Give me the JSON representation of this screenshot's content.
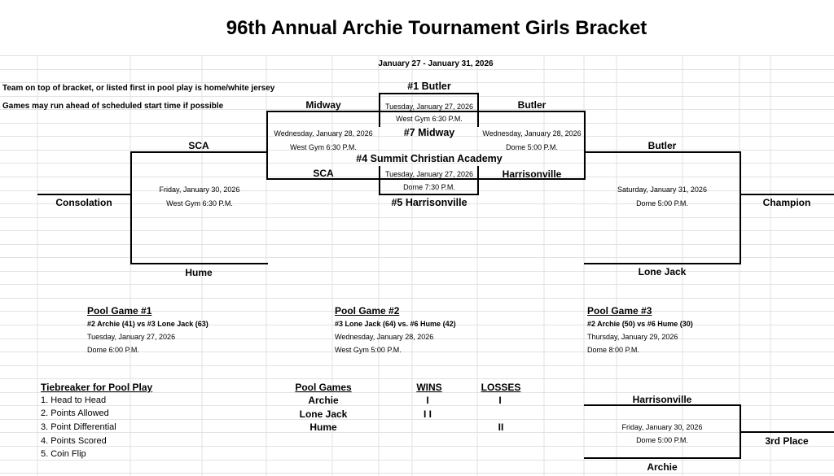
{
  "title": "96th Annual Archie Tournament Girls Bracket",
  "dates": "January 27 - January 31, 2026",
  "notes": {
    "home": "Team on top of bracket, or listed first in pool play is home/white jersey",
    "ahead": "Games may run ahead of scheduled start time if possible"
  },
  "center": {
    "seed1": "#1 Butler",
    "seed7": "#7 Midway",
    "seed4": "#4 Summit Christian Academy",
    "seed5": "#5 Harrisonville",
    "g1_date": "Tuesday, January 27, 2026",
    "g1_loc": "West Gym 6:30 P.M.",
    "g2_date": "Tuesday, January 27, 2026",
    "g2_loc": "Dome 7:30 P.M."
  },
  "semis": {
    "left_top": "Midway",
    "left_bottom": "SCA",
    "left_date": "Wednesday, January 28, 2026",
    "left_loc": "West Gym 6:30 P.M.",
    "right_top": "Butler",
    "right_bottom": "Harrisonville",
    "right_date": "Wednesday, January 28, 2026",
    "right_loc": "Dome 5:00 P.M."
  },
  "consolation": {
    "top": "SCA",
    "bottom": "Hume",
    "date": "Friday, January 30, 2026",
    "loc": "West Gym 6:30 P.M.",
    "label": "Consolation"
  },
  "championship": {
    "top": "Butler",
    "bottom": "Lone Jack",
    "date": "Saturday, January 31, 2026",
    "loc": "Dome 5:00 P.M.",
    "label": "Champion"
  },
  "pool_games": [
    {
      "title": "Pool Game #1",
      "matchup": "#2 Archie (41) vs #3 Lone Jack (63)",
      "date": "Tuesday, January 27, 2026",
      "loc": "Dome 6:00 P.M."
    },
    {
      "title": "Pool Game #2",
      "matchup": "#3 Lone Jack (64) vs. #6 Hume (42)",
      "date": "Wednesday, January 28, 2026",
      "loc": "West Gym 5:00 P.M."
    },
    {
      "title": "Pool Game #3",
      "matchup": "#2 Archie (50) vs #6 Hume (30)",
      "date": "Thursday, January 29, 2026",
      "loc": "Dome 8:00 P.M."
    }
  ],
  "tiebreaker": {
    "title": "Tiebreaker for Pool Play",
    "items": [
      "1. Head to Head",
      "2. Points Allowed",
      "3. Point Differential",
      "4. Points Scored",
      "5. Coin Flip"
    ]
  },
  "standings": {
    "headers": [
      "Pool Games",
      "WINS",
      "LOSSES"
    ],
    "rows": [
      {
        "team": "Archie",
        "wins": "I",
        "losses": "I"
      },
      {
        "team": "Lone Jack",
        "wins": "I I",
        "losses": ""
      },
      {
        "team": "Hume",
        "wins": "",
        "losses": "II"
      }
    ]
  },
  "third_place": {
    "top": "Harrisonville",
    "bottom": "Archie",
    "date": "Friday, January 30, 2026",
    "loc": "Dome 5:00 P.M.",
    "label": "3rd Place"
  }
}
